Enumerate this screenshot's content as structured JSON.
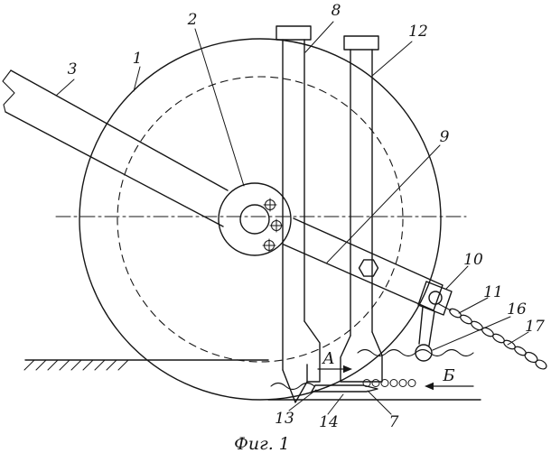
{
  "figure": {
    "caption": "Фиг. 1",
    "view_labels": {
      "a": "А",
      "b": "Б"
    },
    "part_labels": {
      "1": "1",
      "2": "2",
      "3": "3",
      "7": "7",
      "8": "8",
      "9": "9",
      "10": "10",
      "11": "11",
      "12": "12",
      "13": "13",
      "14": "14",
      "16": "16",
      "17": "17"
    }
  },
  "colors": {
    "ink": "#161616",
    "paper": "#ffffff"
  }
}
